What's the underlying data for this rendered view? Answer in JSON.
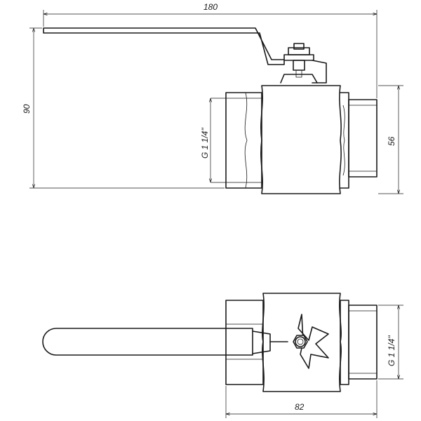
{
  "dimensions": {
    "overall_length": "180",
    "overall_height": "90",
    "body_height": "56",
    "body_length": "82",
    "thread_top": "G 1 1/4\"",
    "thread_bottom": "G 1 1/4\""
  },
  "colors": {
    "line": "#1a1a1a",
    "background": "#ffffff"
  }
}
